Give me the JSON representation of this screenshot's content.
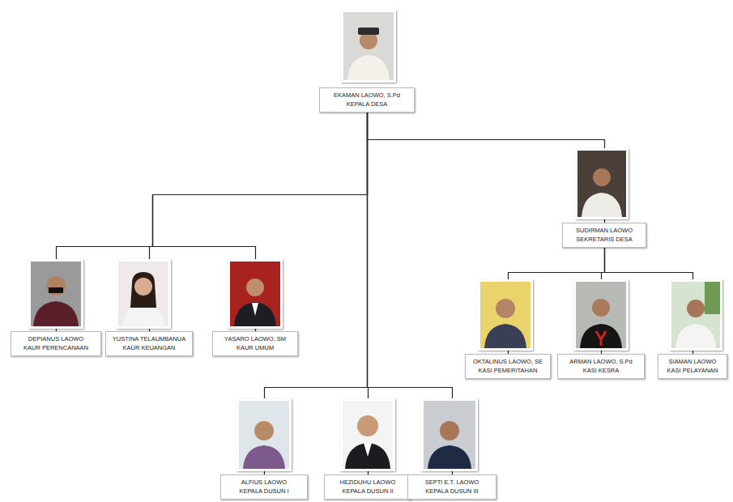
{
  "diagram": {
    "nodes": [
      {
        "text": [
          "EKAMAN LAOWO, S.Pd",
          "KEPALA DESA"
        ]
      },
      {
        "text": [
          "SUDIRMAN LAOWO",
          "SEKRETARIS DESA"
        ]
      },
      {
        "text": [
          "DEPIANUS LAOWO",
          "KAUR PERENCANAAN"
        ]
      },
      {
        "text": [
          "YUSTINA TELAUMBANUA",
          "KAUR KEUANGAN"
        ]
      },
      {
        "text": [
          "YASARO LAOWO, SM",
          "KAUR UMUM"
        ]
      },
      {
        "text": [
          "OKTALINUS LAOWO, SE",
          "KASI PEMERITAHAN"
        ]
      },
      {
        "text": [
          "ARMAN LAOWO, S.Pd",
          "KASI KESRA"
        ]
      },
      {
        "text": [
          "SIAMAN LAOWO",
          "KASI PELAYANAN"
        ]
      },
      {
        "text": [
          "ALFIUS LAOWO",
          "KEPALA DUSUN I"
        ]
      },
      {
        "text": [
          "HEZIDUHU LAOWO",
          "KEPALA DUSUN II"
        ]
      },
      {
        "text": [
          "SEPTI E.T. LAOWO",
          "KEPALA DUSUN III"
        ]
      }
    ],
    "edges": [
      {
        "from": 0,
        "to": 1,
        "arrow": "none"
      },
      {
        "from": 0,
        "to": 2,
        "arrow": "none"
      },
      {
        "from": 0,
        "to": 3,
        "arrow": "none"
      },
      {
        "from": 0,
        "to": 4,
        "arrow": "none"
      },
      {
        "from": 1,
        "to": 5,
        "arrow": "none"
      },
      {
        "from": 1,
        "to": 6,
        "arrow": "none"
      },
      {
        "from": 1,
        "to": 7,
        "arrow": "none"
      },
      {
        "from": 0,
        "to": 8,
        "arrow": "none"
      },
      {
        "from": 0,
        "to": 9,
        "arrow": "none"
      },
      {
        "from": 0,
        "to": 10,
        "arrow": "none"
      }
    ]
  }
}
